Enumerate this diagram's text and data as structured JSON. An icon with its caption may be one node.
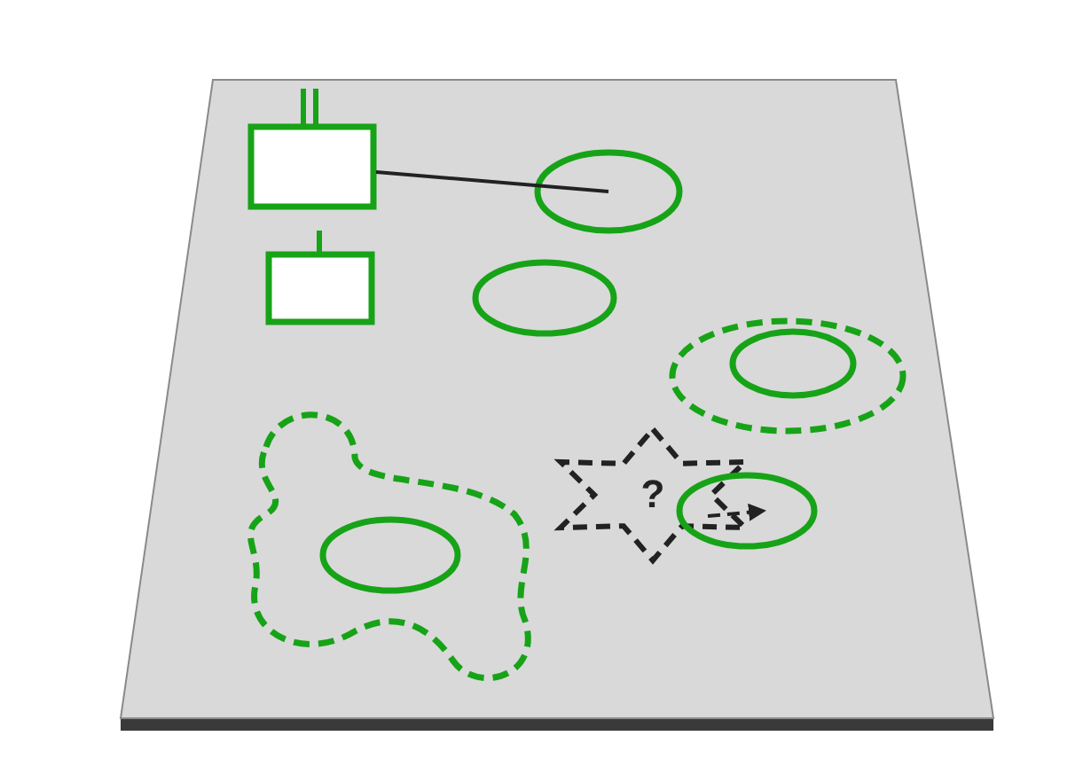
{
  "diagram": {
    "nodes": [
      {
        "text": [],
        "shape": "box"
      },
      {
        "text": [],
        "shape": "ellipse"
      },
      {
        "text": [],
        "shape": "box"
      },
      {
        "text": [],
        "shape": "ellipse"
      },
      {
        "text": [],
        "shape": "ellipse"
      },
      {
        "text": [],
        "shape": "ellipse",
        "in": 4
      },
      {
        "text": [],
        "shape": "blob"
      },
      {
        "text": [],
        "shape": "ellipse",
        "in": 6
      },
      {
        "text": [
          "?"
        ]
      },
      {
        "text": [],
        "shape": "ellipse"
      }
    ],
    "edges": [
      {
        "from": 0,
        "to": 1,
        "arrow": "none"
      },
      {
        "from": 8,
        "to": 9,
        "arrow": "to",
        "style": "dashed"
      }
    ]
  }
}
